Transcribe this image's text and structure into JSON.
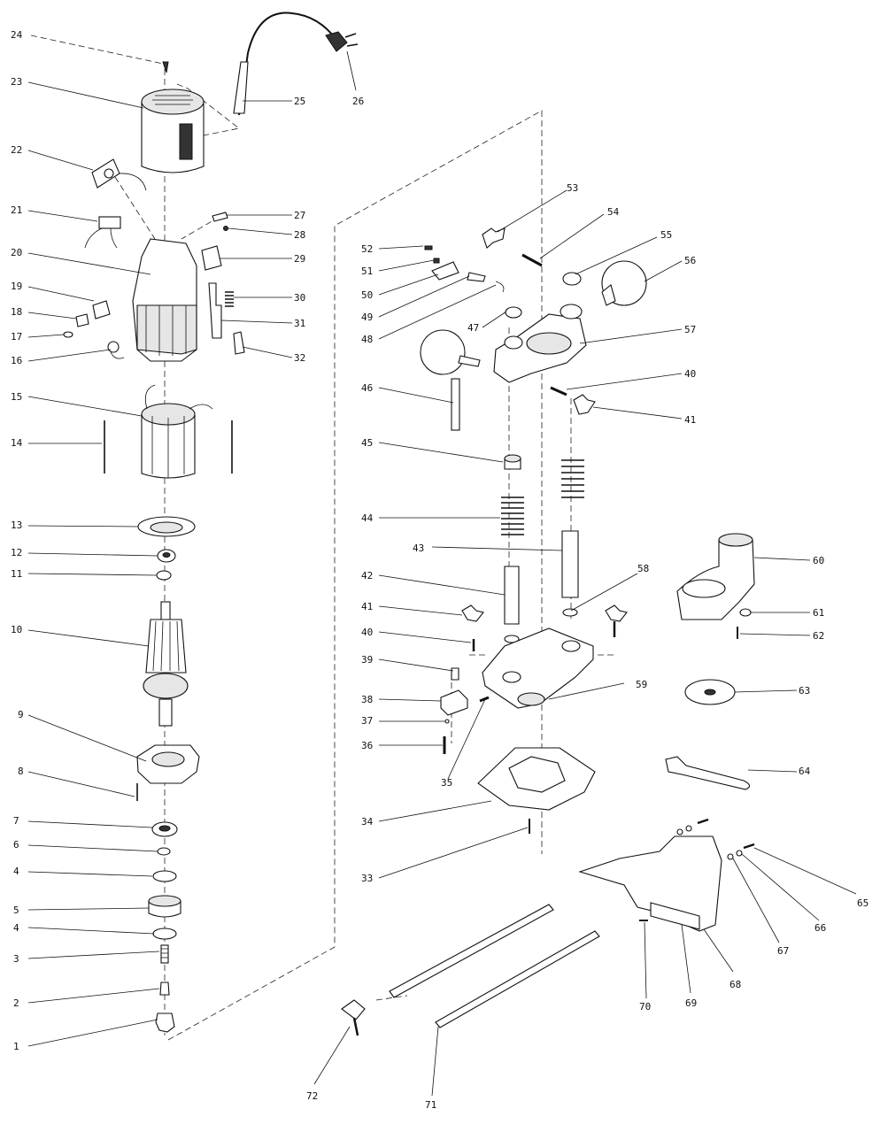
{
  "parts": [
    {
      "num": "1"
    },
    {
      "num": "2"
    },
    {
      "num": "3"
    },
    {
      "num": "4"
    },
    {
      "num": "5"
    },
    {
      "num": "4"
    },
    {
      "num": "6"
    },
    {
      "num": "7"
    },
    {
      "num": "8"
    },
    {
      "num": "9"
    },
    {
      "num": "10"
    },
    {
      "num": "11"
    },
    {
      "num": "12"
    },
    {
      "num": "13"
    },
    {
      "num": "14"
    },
    {
      "num": "15"
    },
    {
      "num": "16"
    },
    {
      "num": "17"
    },
    {
      "num": "18"
    },
    {
      "num": "19"
    },
    {
      "num": "20"
    },
    {
      "num": "21"
    },
    {
      "num": "22"
    },
    {
      "num": "23"
    },
    {
      "num": "24"
    },
    {
      "num": "25"
    },
    {
      "num": "26"
    },
    {
      "num": "27"
    },
    {
      "num": "28"
    },
    {
      "num": "29"
    },
    {
      "num": "30"
    },
    {
      "num": "31"
    },
    {
      "num": "32"
    },
    {
      "num": "33"
    },
    {
      "num": "34"
    },
    {
      "num": "35"
    },
    {
      "num": "36"
    },
    {
      "num": "37"
    },
    {
      "num": "38"
    },
    {
      "num": "39"
    },
    {
      "num": "40"
    },
    {
      "num": "41"
    },
    {
      "num": "42"
    },
    {
      "num": "43"
    },
    {
      "num": "44"
    },
    {
      "num": "45"
    },
    {
      "num": "46"
    },
    {
      "num": "47"
    },
    {
      "num": "48"
    },
    {
      "num": "49"
    },
    {
      "num": "50"
    },
    {
      "num": "51"
    },
    {
      "num": "52"
    },
    {
      "num": "53"
    },
    {
      "num": "54"
    },
    {
      "num": "55"
    },
    {
      "num": "56"
    },
    {
      "num": "57"
    },
    {
      "num": "40"
    },
    {
      "num": "41"
    },
    {
      "num": "58"
    },
    {
      "num": "59"
    },
    {
      "num": "60"
    },
    {
      "num": "61"
    },
    {
      "num": "62"
    },
    {
      "num": "63"
    },
    {
      "num": "64"
    },
    {
      "num": "65"
    },
    {
      "num": "66"
    },
    {
      "num": "67"
    },
    {
      "num": "68"
    },
    {
      "num": "69"
    },
    {
      "num": "70"
    },
    {
      "num": "71"
    },
    {
      "num": "72"
    }
  ]
}
